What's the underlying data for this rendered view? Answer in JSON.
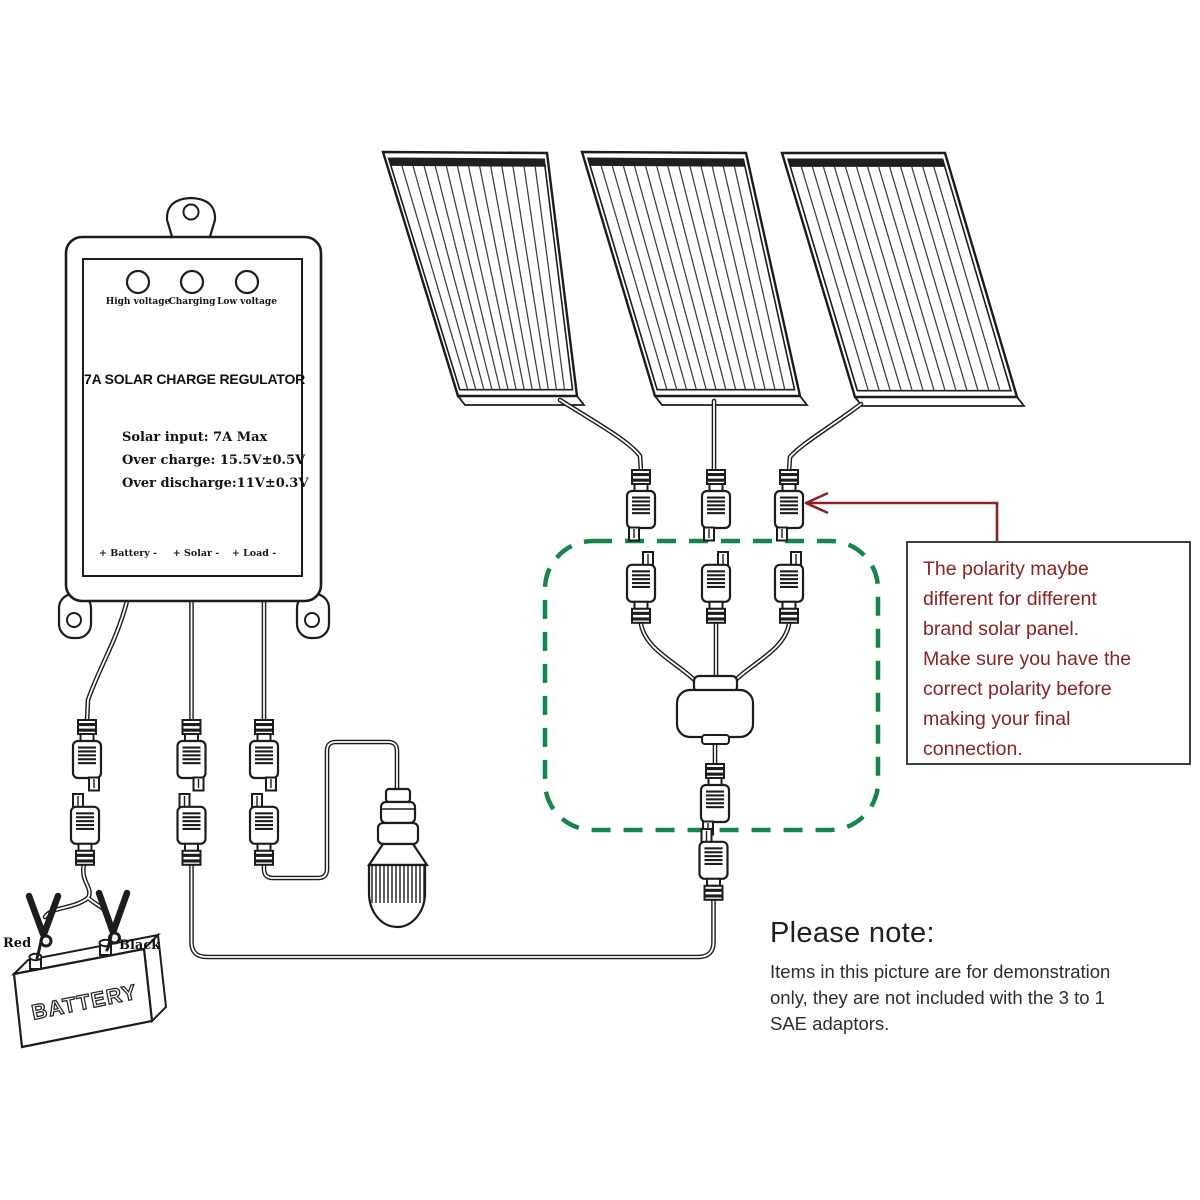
{
  "regulator": {
    "led_labels": [
      "High voltage",
      "Charging",
      "Low voltage"
    ],
    "title": "7A SOLAR CHARGE REGULATOR",
    "spec_lines": [
      "Solar input: 7A Max",
      "Over charge: 15.5V±0.5V",
      "Over discharge:11V±0.3V"
    ],
    "terminal_labels": [
      "+ Battery -",
      "+ Solar -",
      "+ Load -"
    ]
  },
  "battery": {
    "label": "BATTERY",
    "red_clip_label": "Red",
    "black_clip_label": "Black"
  },
  "polarity_note": {
    "lines": [
      "The polarity maybe",
      "different for different",
      "brand solar panel.",
      "Make sure you have the",
      "correct polarity before",
      "making your final",
      "connection."
    ]
  },
  "please_note": {
    "title": "Please note:",
    "lines": [
      "Items in this picture are for demonstration",
      "only, they are not included with the 3 to 1",
      "SAE adaptors."
    ]
  },
  "colors": {
    "line": "#1c1c1c",
    "green_dash": "#15854c",
    "red": "#8b2222",
    "note_border": "#3f3f3f"
  }
}
